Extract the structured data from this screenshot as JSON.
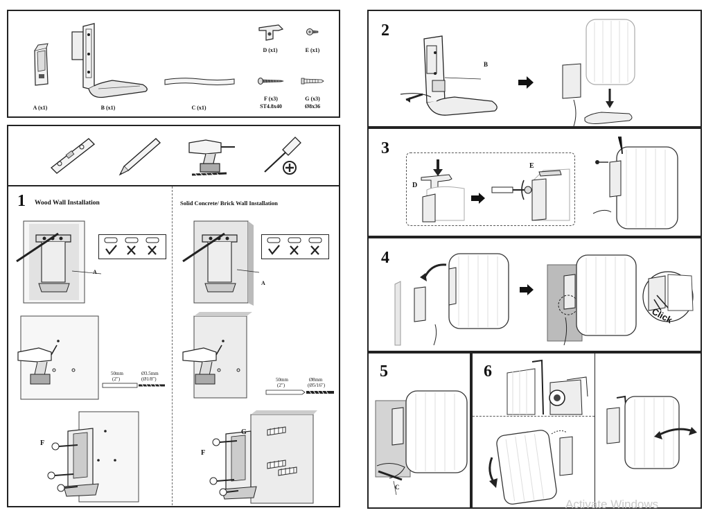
{
  "parts": [
    {
      "id": "part-a",
      "label": "A (x1)",
      "icon": "speaker-mount-adapter-icon"
    },
    {
      "id": "part-b",
      "label": "B (x1)",
      "icon": "l-bracket-icon"
    },
    {
      "id": "part-c",
      "label": "C (x1)",
      "icon": "cable-strap-icon"
    },
    {
      "id": "part-d",
      "label": "D (x1)",
      "icon": "lock-clip-icon"
    },
    {
      "id": "part-e",
      "label": "E (x1)",
      "icon": "small-screw-icon"
    },
    {
      "id": "part-f",
      "label": "F (x3)",
      "spec": "ST4.8x40",
      "icon": "wood-screw-icon"
    },
    {
      "id": "part-g",
      "label": "G (x3)",
      "spec": "Ø8x36",
      "icon": "wall-anchor-icon"
    }
  ],
  "tools": [
    "spirit-level-icon",
    "pencil-icon",
    "drill-icon",
    "phillips-screwdriver-icon"
  ],
  "step1": {
    "number": "1",
    "wood_title": "Wood Wall Installation",
    "concrete_title": "Solid Concrete/ Brick Wall Installation",
    "wood_drill": {
      "length": "50mm",
      "length_in": "(2″)",
      "bit": "Ø3.5mm",
      "bit_in": "(Ø1/8″)"
    },
    "concrete_drill": {
      "length": "50mm",
      "length_in": "(2″)",
      "bit": "Ø8mm",
      "bit_in": "(Ø5/16″)"
    },
    "callouts": {
      "a": "A",
      "f": "F",
      "g": "G"
    }
  },
  "step2": {
    "number": "2",
    "callout_b": "B"
  },
  "step3": {
    "number": "3",
    "callout_d": "D",
    "callout_e": "E"
  },
  "step4": {
    "number": "4",
    "click_text": "Click"
  },
  "step5": {
    "number": "5",
    "callout_c": "C"
  },
  "step6": {
    "number": "6"
  },
  "watermark": "Activate Windows"
}
